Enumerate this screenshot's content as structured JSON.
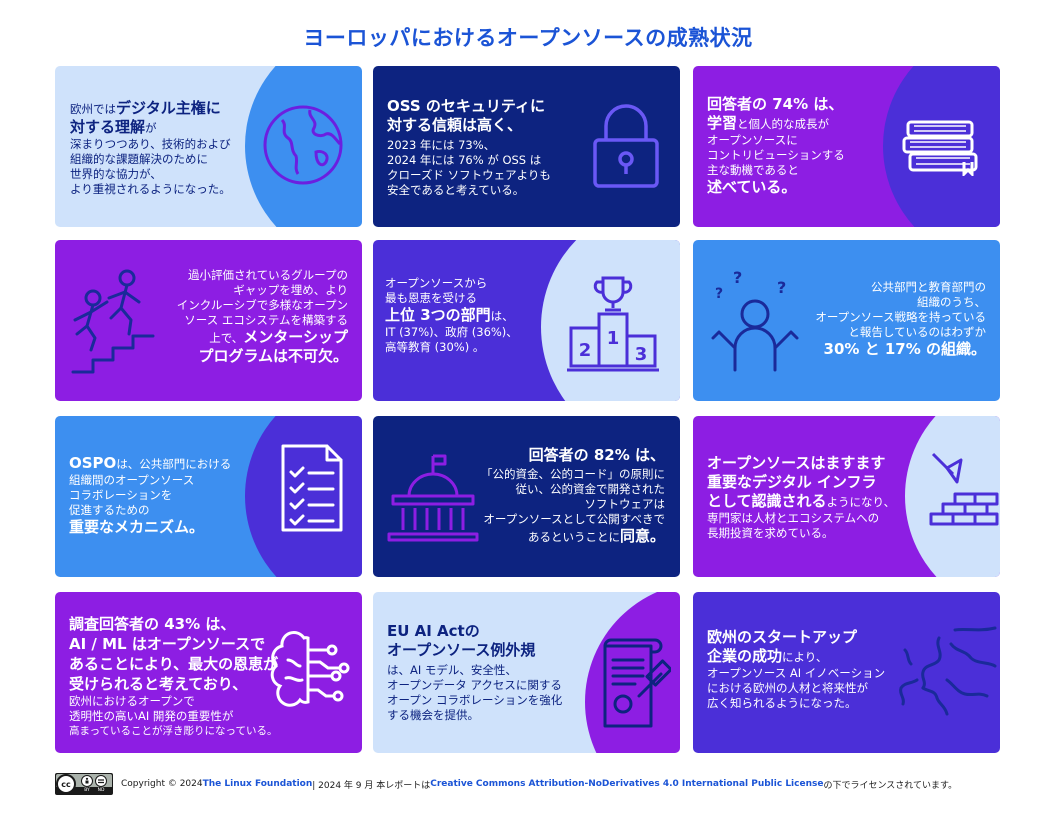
{
  "title": "ヨーロッパにおけるオープンソースの成熟状況",
  "cards": [
    {
      "lines": [
        "欧州では",
        "デジタル主権に",
        "対する理解",
        "が",
        "深まりつつあり、技術的および",
        "組織的な課題解決のために",
        "世界的な協力が、",
        "より重視されるようになった。"
      ],
      "icon": "globe-icon"
    },
    {
      "lines": [
        "OSS のセキュリティに",
        "対する信頼は高く、",
        "2023 年には 73%、",
        "2024 年には 76% が OSS は",
        "クローズド ソフトウェアよりも",
        "安全であると考えている。"
      ],
      "icon": "padlock-icon"
    },
    {
      "lines": [
        "回答者の 74% は、",
        "学習",
        "と個人的な成長が",
        "オープンソースに",
        "コントリビューションする",
        "主な動機であると",
        "述べている。"
      ],
      "icon": "books-icon"
    },
    {
      "lines": [
        "過小評価されているグループの",
        "ギャップを埋め、より",
        "インクルーシブで多様なオープン",
        "ソース エコシステムを構築する",
        "上で、",
        "メンターシップ",
        "プログラムは不可欠。"
      ],
      "icon": "climbing-stairs-icon"
    },
    {
      "lines": [
        "オープンソースから",
        "最も恩恵を受ける",
        "上位 3つの部門",
        "は、",
        "IT (37%)、政府 (36%)、",
        "高等教育 (30%) 。"
      ],
      "icon": "trophy-podium-icon",
      "podium": [
        "1",
        "2",
        "3"
      ]
    },
    {
      "lines": [
        "公共部門と教育部門の",
        "組織のうち、",
        "オープンソース戦略を持っている",
        "と報告しているのはわずか",
        "30% と 17% の組織。"
      ],
      "icon": "confused-person-icon",
      "marks": [
        "?",
        "?",
        "?"
      ]
    },
    {
      "lines": [
        "OSPO",
        "は、公共部門における",
        "組織間のオープンソース",
        "コラボレーションを",
        "促進するための",
        "重要なメカニズム。"
      ],
      "icon": "checklist-icon"
    },
    {
      "lines": [
        "回答者の 82% は、",
        "「公的資金、公的コード」の原則に",
        "従い、公的資金で開発された",
        "ソフトウェアは",
        "オープンソースとして公開すべきで",
        "あるということに",
        "同意。"
      ],
      "icon": "government-building-icon"
    },
    {
      "lines": [
        "オープンソースはますます",
        "重要なデジタル インフラ",
        "として認識される",
        "ようになり、",
        "専門家は人材とエコシステムへの",
        "長期投資を求めている。"
      ],
      "icon": "brick-wall-trowel-icon"
    },
    {
      "lines": [
        "調査回答者の 43% は、",
        "AI / ML はオープンソースで",
        "あることにより、最大の恩恵が",
        "受けられると考えており、",
        "欧州におけるオープンで",
        "透明性の高いAI 開発の重要性が",
        "高まっていることが浮き彫りになっている。"
      ],
      "icon": "ai-brain-circuit-icon"
    },
    {
      "lines": [
        "EU AI Actの",
        "オープンソース例外規",
        "は、AI モデル、安全性、",
        "オープンデータ アクセスに関する",
        "オープン コラボレーションを強化",
        "する機会を提供。"
      ],
      "icon": "legal-document-gavel-icon"
    },
    {
      "lines": [
        "欧州のスタートアップ",
        "企業の成功",
        "により、",
        "オープンソース AI イノベーション",
        "における欧州の人材と将来性が",
        "広く知られるようになった。"
      ],
      "icon": "europe-map-icon"
    }
  ],
  "footer": {
    "license_badge": "cc-by-nd-badge-icon",
    "badge_by": "BY",
    "badge_nd": "ND",
    "copyright": "Copyright © 2024 ",
    "org": "The Linux Foundation",
    "date": " | 2024 年 9 月  本レポートは ",
    "license": "Creative Commons Attribution-NoDerivatives 4.0 International Public License",
    "suffix": " の下でライセンスされています。"
  },
  "colors": {
    "title": "#1b54d6",
    "light_blue": "#cfe2fb",
    "navy": "#0d2380",
    "purple": "#8d1ee3",
    "blue": "#3d8ff0",
    "indigo": "#4b2fd8"
  }
}
